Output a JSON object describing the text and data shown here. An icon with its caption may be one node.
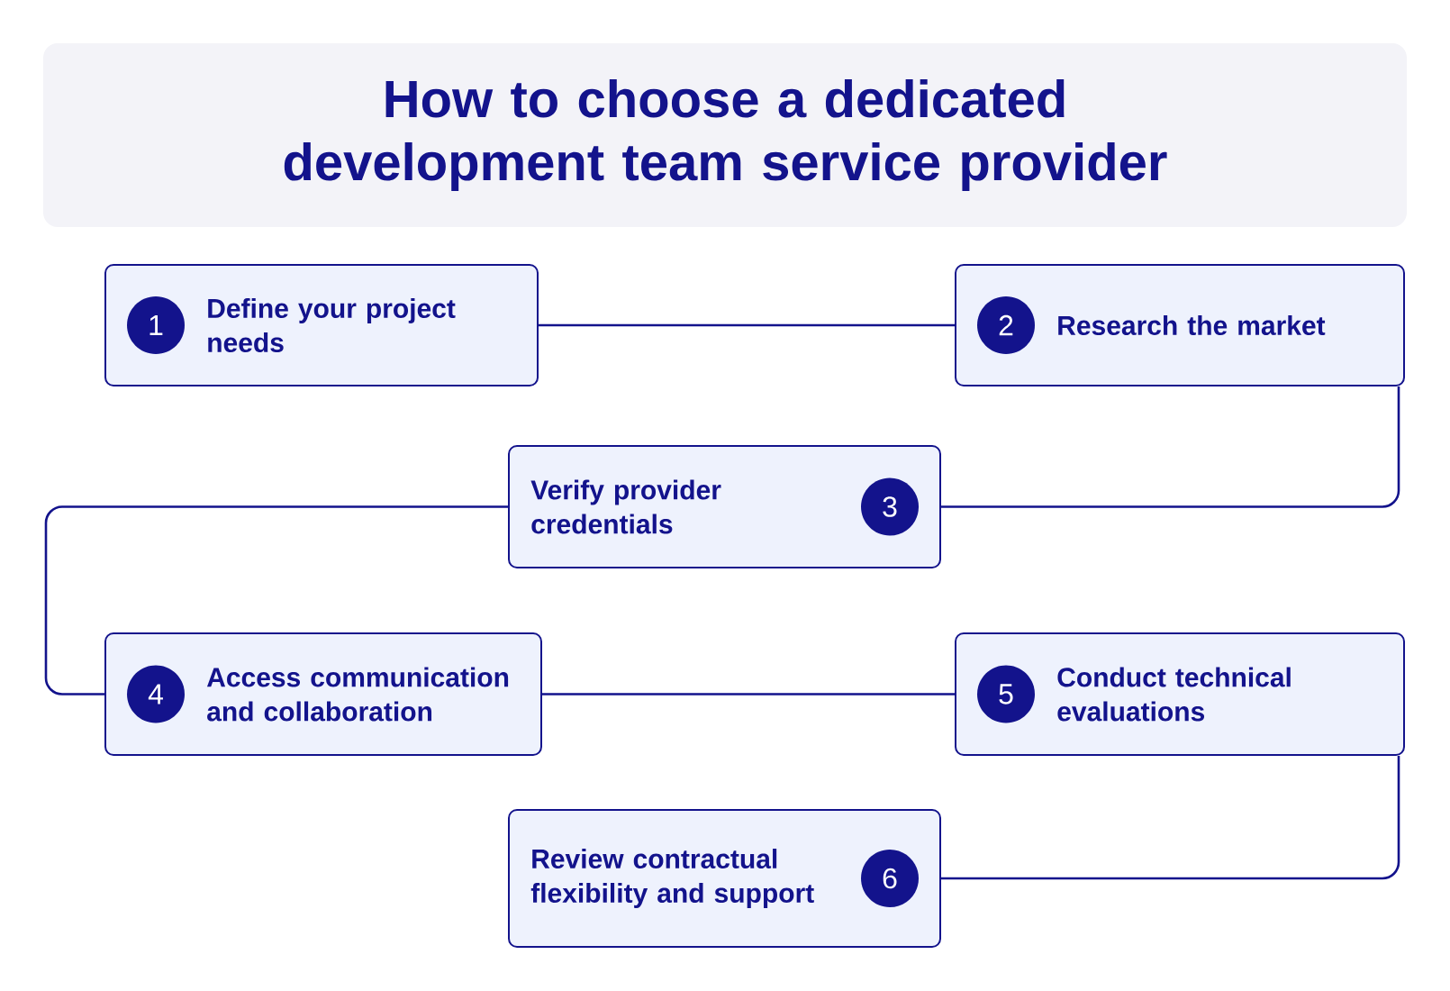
{
  "diagram": {
    "title": "How to choose a dedicated development team service provider",
    "nodes": [
      {
        "text": [
          "1",
          "Define your project needs"
        ]
      },
      {
        "text": [
          "2",
          "Research the market"
        ]
      },
      {
        "text": [
          "Verify provider credentials",
          "3"
        ]
      },
      {
        "text": [
          "4",
          "Access communication and collaboration"
        ]
      },
      {
        "text": [
          "5",
          "Conduct technical evaluations"
        ]
      },
      {
        "text": [
          "Review contractual flexibility and support",
          "6"
        ]
      }
    ],
    "edges": [
      {
        "from": 0,
        "to": 1,
        "arrow": "none"
      },
      {
        "from": 1,
        "to": 2,
        "arrow": "none"
      },
      {
        "from": 2,
        "to": 3,
        "arrow": "none"
      },
      {
        "from": 3,
        "to": 4,
        "arrow": "none"
      },
      {
        "from": 4,
        "to": 5,
        "arrow": "none"
      }
    ]
  }
}
